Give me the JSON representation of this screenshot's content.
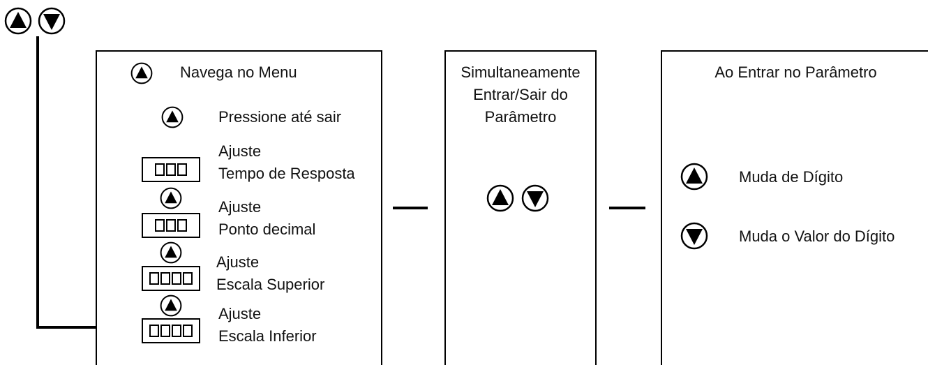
{
  "panel1": {
    "title": "Navega no Menu",
    "step1": "Pressione até sair",
    "rows": [
      {
        "line1": "Ajuste",
        "line2": "Tempo de Resposta"
      },
      {
        "line1": "Ajuste",
        "line2": "Ponto decimal"
      },
      {
        "line1": "Ajuste",
        "line2": "Escala Superior"
      },
      {
        "line1": "Ajuste",
        "line2": "Escala Inferior"
      }
    ]
  },
  "panel2": {
    "line1": "Simultaneamente",
    "line2": "Entrar/Sair do",
    "line3": "Parâmetro"
  },
  "panel3": {
    "title": "Ao Entrar no Parâmetro",
    "up_label": "Muda de Dígito",
    "down_label": "Muda o Valor do Dígito"
  },
  "icons": {
    "up": "up-arrow-button-icon",
    "down": "down-arrow-button-icon"
  },
  "colors": {
    "line": "#000000",
    "background": "#ffffff"
  }
}
